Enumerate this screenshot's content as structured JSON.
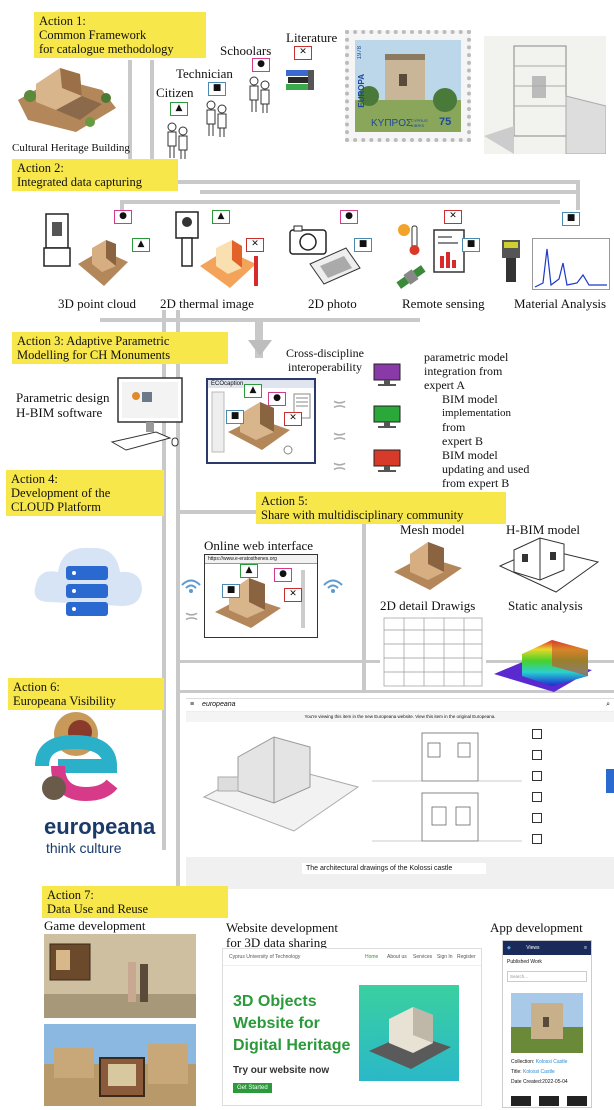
{
  "actions": {
    "a1_line1": "Action 1:",
    "a1_line2": "Common Framework",
    "a1_line3": "for catalogue methodology",
    "a2_line1": "Action 2:",
    "a2_line2": "Integrated data capturing",
    "a3_line1": "Action  3:  Adaptive  Parametric",
    "a3_line2": "Modelling for CH Monuments",
    "a4_line1": "Action 4:",
    "a4_line2": "Development of the",
    "a4_line3": "CLOUD Platform",
    "a5_line1": "Action 5:",
    "a5_line2": "Share with multidisciplinary community",
    "a6_line1": "Action 6:",
    "a6_line2": "Europeana Visibility",
    "a7_line1": "Action 7:",
    "a7_line2": "Data Use and Reuse"
  },
  "top": {
    "cultural_heritage_building": "Cultural Heritage Building",
    "citizen": "Citizen",
    "technician": "Technician",
    "schoolars": "Schoolars",
    "literature": "Literature",
    "stamp_europa": "EUROPA",
    "stamp_year": "1978",
    "stamp_country": "ΚΥΠΡΟΣ",
    "stamp_country2": "CYPRUS KIBRIS",
    "stamp_value": "75"
  },
  "capture": {
    "point_cloud": "3D point cloud",
    "thermal": "2D thermal image",
    "photo": "2D photo",
    "remote": "Remote sensing",
    "material": "Material Analysis"
  },
  "modelling": {
    "software": "Parametric design",
    "software2": "H-BIM software",
    "window_title": "ECOcaption",
    "cross1": "Cross-discipline",
    "cross2": "interoperability",
    "expA1": "parametric model",
    "expA2": "integration from",
    "expA3": "expert A",
    "expB1": "BIM model",
    "expB2": "implementation",
    "expB3": "from",
    "expB4": "expert B",
    "expC1": "BIM model",
    "expC2": "updating and used",
    "expC3": "from expert B"
  },
  "cloud": {
    "web_title": "Online web interface",
    "url": "https://www.e-eratosthenes.org",
    "mesh": "Mesh model",
    "hbim": "H-BIM model",
    "detail": "2D detail Drawigs",
    "static": "Static analysis"
  },
  "europeana": {
    "logo": "europeana",
    "tagline": "think culture",
    "site_name": "europeana",
    "banner": "You're viewing this item in the new Europeana website. View this item in the original Europeana.",
    "caption": "The architectural drawings of the Kolossi castle"
  },
  "reuse": {
    "game": "Game development",
    "website1": "Website development",
    "website2": "for 3D data sharing",
    "app": "App development",
    "univ": "Cyprus University of Technology",
    "nav": [
      "Home",
      "About us",
      "Services",
      "Sign In",
      "Register"
    ],
    "hero1": "3D Objects",
    "hero2": "Website for",
    "hero3": "Digital Heritage",
    "hero4": "Try our website now",
    "hero_btn": "Get Started",
    "app_header": "Views",
    "app_published": "Published Work",
    "app_search": "Search...",
    "app_collection_label": "Collection:",
    "app_collection": "Kolossi Castle",
    "app_title_label": "Title:",
    "app_title": "Kolossi Castle",
    "app_date": "Date Created:2022-05-04"
  },
  "colors": {
    "yellow": "#f7e74a",
    "circle_box": "#d43a8a",
    "triangle_box": "#2a9a3a",
    "square_box": "#4a8ab0",
    "cross_box": "#c83030",
    "web_green": "#2a9a3a"
  }
}
